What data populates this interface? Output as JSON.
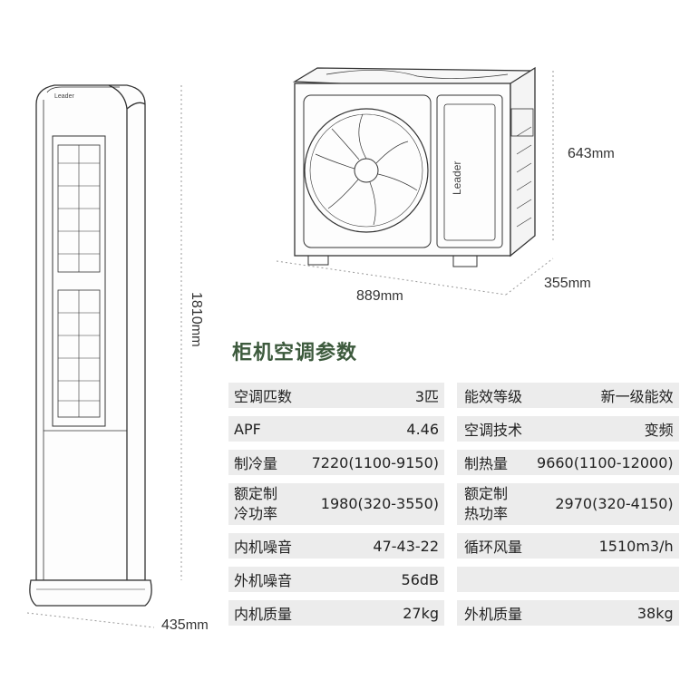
{
  "indoor_unit": {
    "brand_logo": "Leader",
    "height": "1810",
    "depth": "435",
    "unit": "mm"
  },
  "outdoor_unit": {
    "brand_logo": "Leader",
    "height": "643",
    "width": "889",
    "depth": "355",
    "unit": "mm"
  },
  "spec_title": "柜机空调参数",
  "spec_rows": [
    {
      "label1": "空调匹数",
      "value1": "3匹",
      "label2": "能效等级",
      "value2": "新一级能效"
    },
    {
      "label1": "APF",
      "value1": "4.46",
      "label2": "空调技术",
      "value2": "变频"
    },
    {
      "label1": "制冷量",
      "value1": "7220(1100-9150)",
      "label2": "制热量",
      "value2": "9660(1100-12000)"
    },
    {
      "label1": "额定制冷功率",
      "label1_line1": "额定制",
      "label1_line2": "冷功率",
      "value1": "1980(320-3550)",
      "label2": "额定制热功率",
      "label2_line1": "额定制",
      "label2_line2": "热功率",
      "value2": "2970(320-4150)"
    },
    {
      "label1": "内机噪音",
      "value1": "47-43-22",
      "label2": "循环风量",
      "value2": "1510m3/h"
    },
    {
      "label1": "外机噪音",
      "value1": "56dB",
      "label2": "",
      "value2": ""
    },
    {
      "label1": "内机质量",
      "value1": "27kg",
      "label2": "外机质量",
      "value2": "38kg"
    }
  ]
}
